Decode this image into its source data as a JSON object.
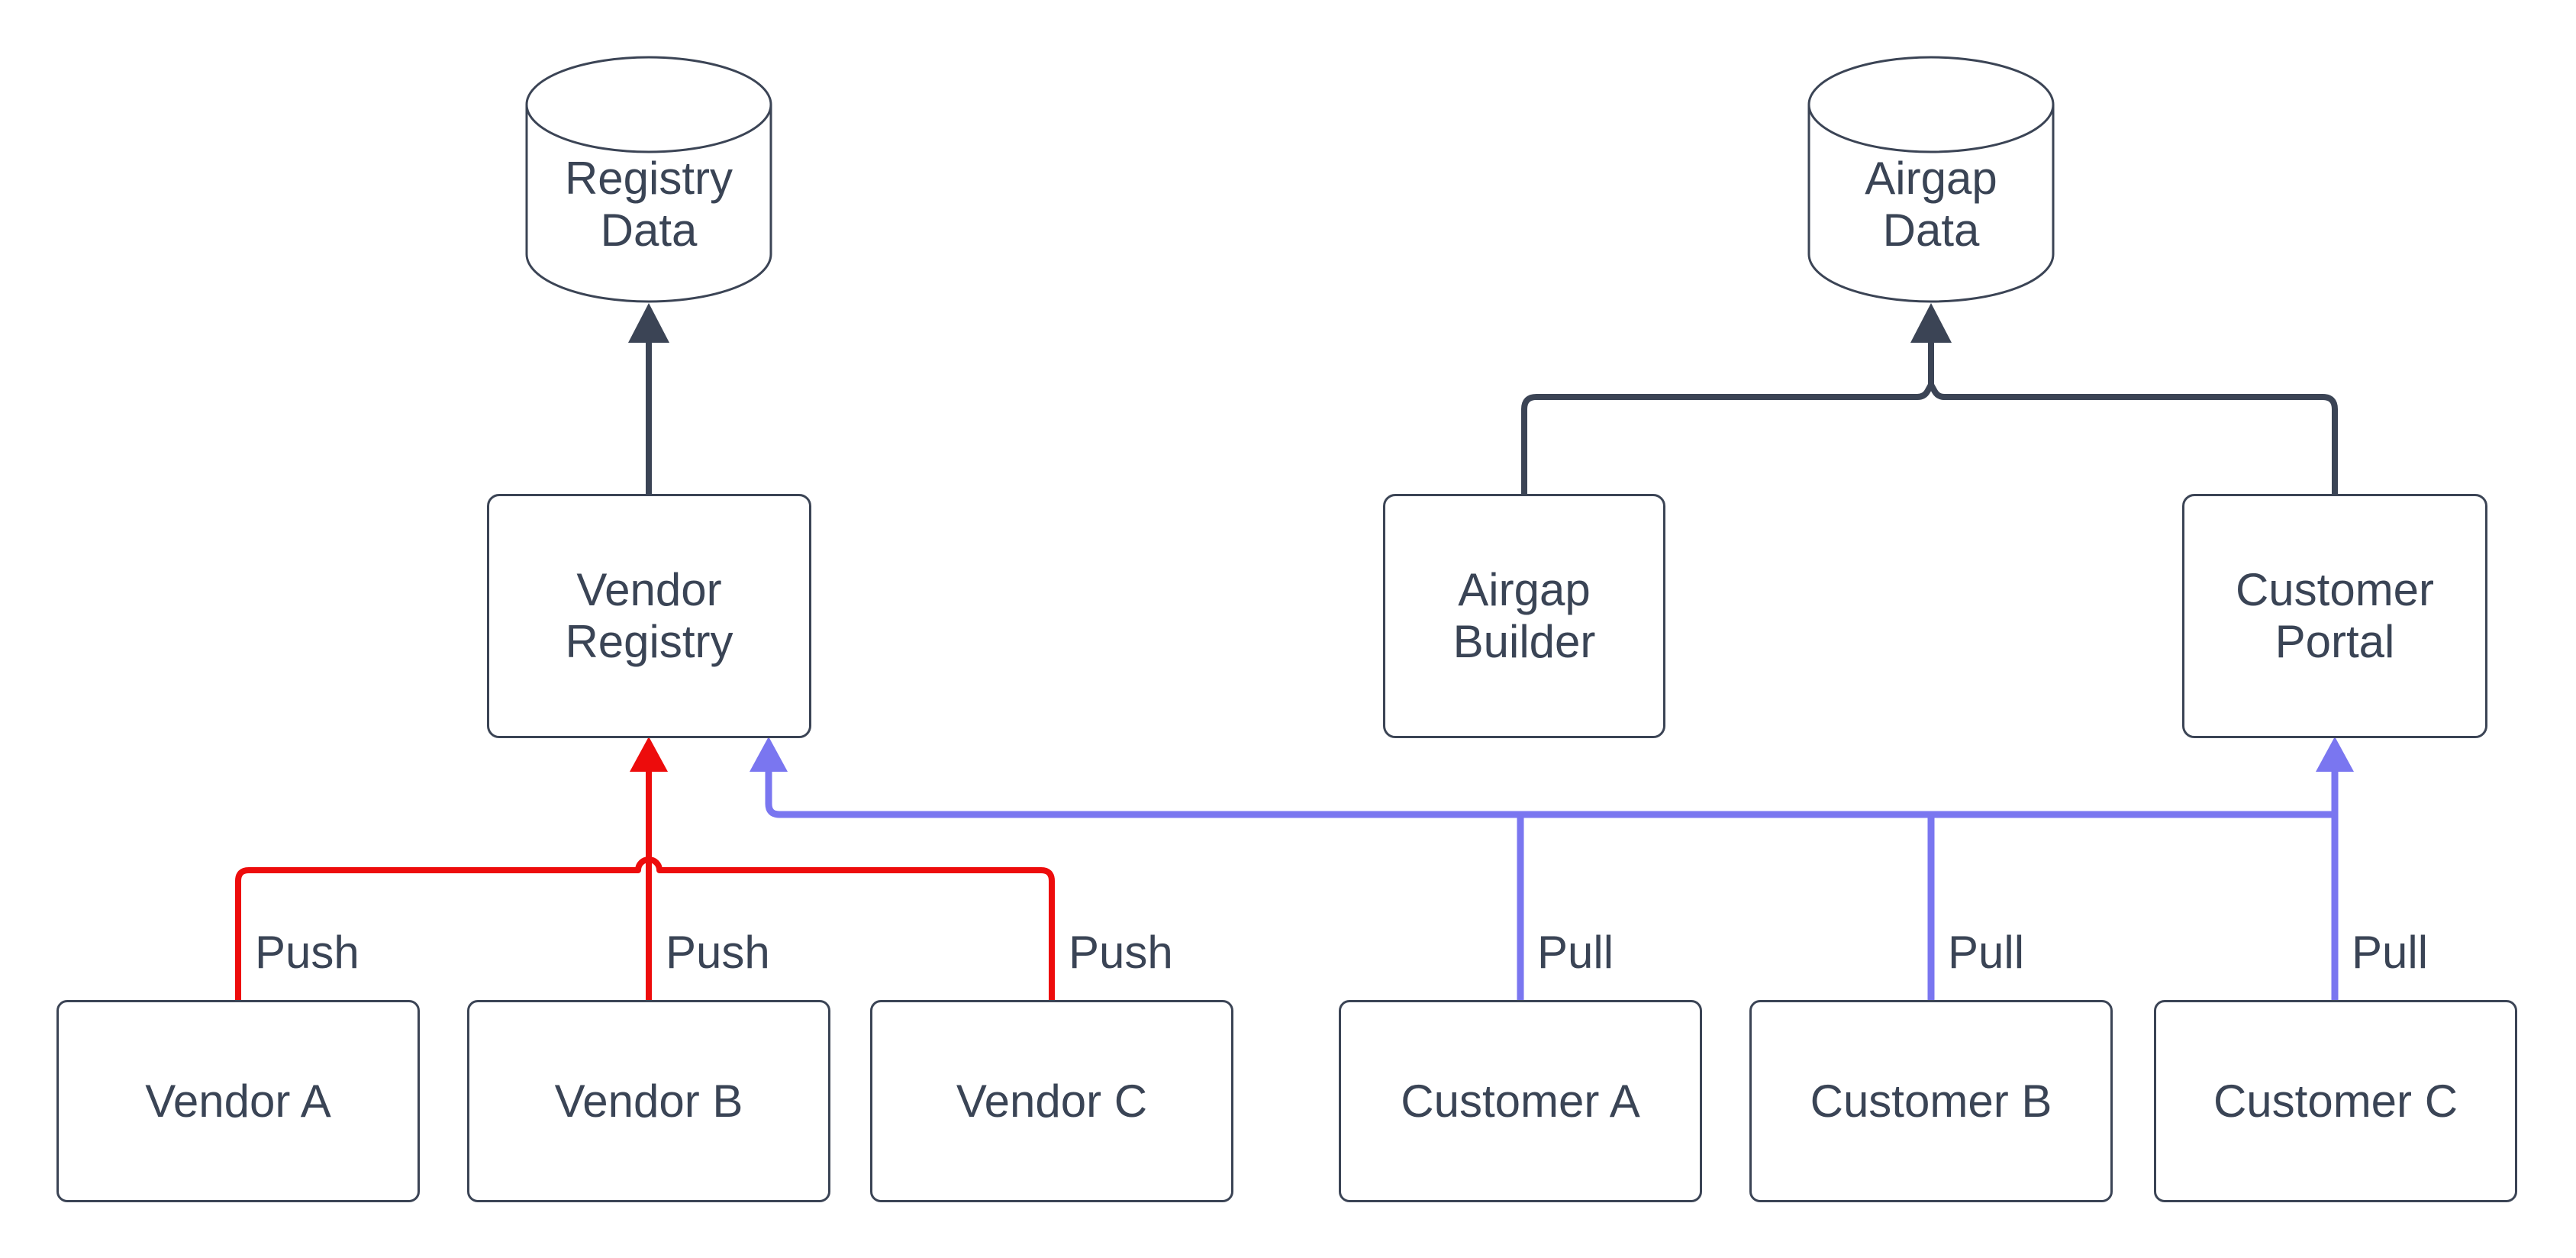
{
  "colors": {
    "background": "#FFFFFF",
    "node_fill": "#FFFFFF",
    "stroke": "#3B4455",
    "text": "#3A4455",
    "push": "#ED0C0C",
    "pull": "#7A76F0"
  },
  "nodes": {
    "registry_data": {
      "line1": "Registry",
      "line2": "Data"
    },
    "airgap_data": {
      "line1": "Airgap",
      "line2": "Data"
    },
    "vendor_registry": {
      "line1": "Vendor",
      "line2": "Registry"
    },
    "airgap_builder": {
      "line1": "Airgap",
      "line2": "Builder"
    },
    "customer_portal": {
      "line1": "Customer",
      "line2": "Portal"
    },
    "vendor_a": {
      "label": "Vendor A"
    },
    "vendor_b": {
      "label": "Vendor B"
    },
    "vendor_c": {
      "label": "Vendor C"
    },
    "customer_a": {
      "label": "Customer A"
    },
    "customer_b": {
      "label": "Customer B"
    },
    "customer_c": {
      "label": "Customer C"
    }
  },
  "edge_labels": {
    "push": "Push",
    "pull": "Pull"
  }
}
